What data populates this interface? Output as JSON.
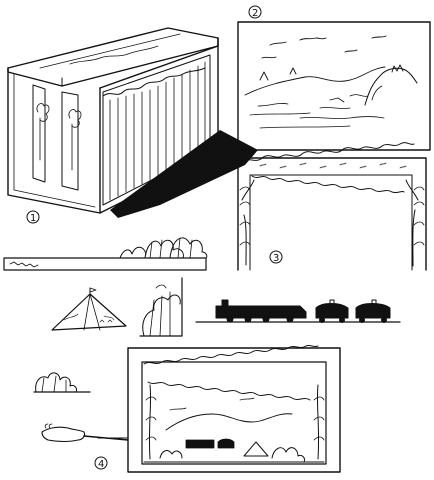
{
  "figure": {
    "labels": [
      "1",
      "2",
      "3",
      "4"
    ],
    "ink": "#111111",
    "paper": "#ffffff"
  }
}
